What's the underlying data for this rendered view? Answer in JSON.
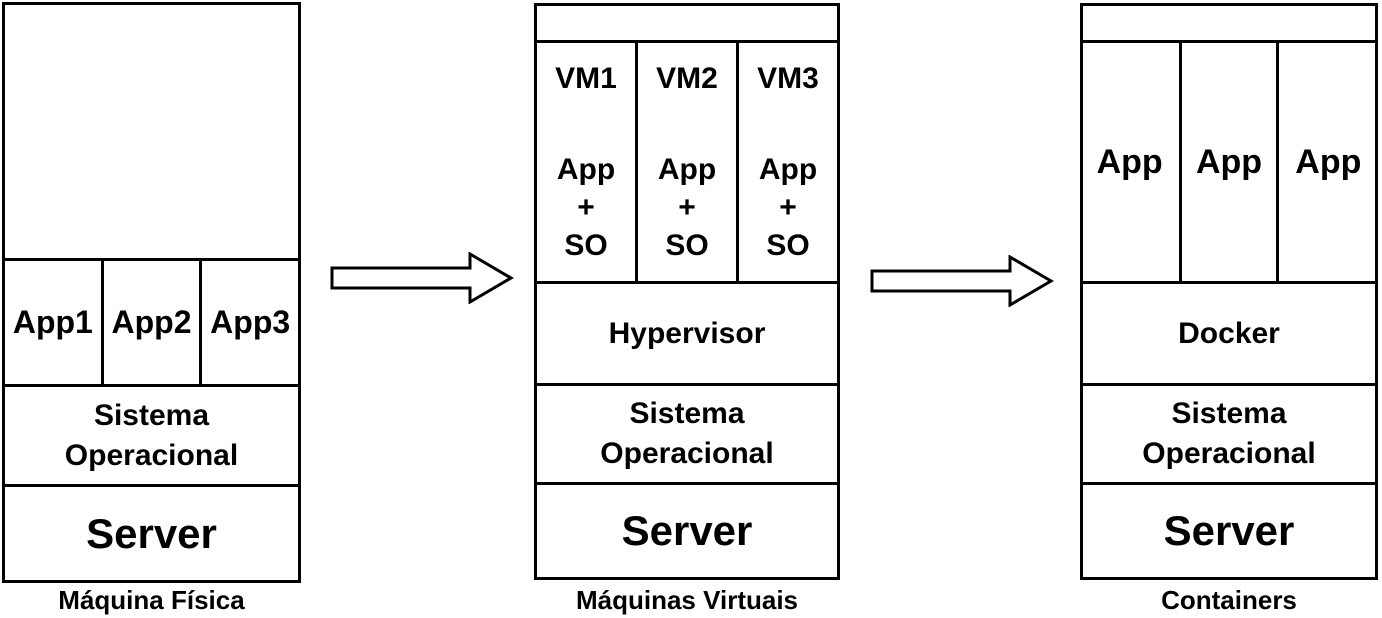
{
  "colors": {
    "ink": "#000000",
    "background": "#ffffff"
  },
  "physical": {
    "caption": "Máquina Física",
    "apps": [
      "App1",
      "App2",
      "App3"
    ],
    "os_lines": [
      "Sistema",
      "Operacional"
    ],
    "server": "Server"
  },
  "virtual": {
    "caption": "Máquinas Virtuais",
    "vms": [
      {
        "title": "VM1",
        "lines": [
          "App",
          "+",
          "SO"
        ]
      },
      {
        "title": "VM2",
        "lines": [
          "App",
          "+",
          "SO"
        ]
      },
      {
        "title": "VM3",
        "lines": [
          "App",
          "+",
          "SO"
        ]
      }
    ],
    "hypervisor": "Hypervisor",
    "os_lines": [
      "Sistema",
      "Operacional"
    ],
    "server": "Server"
  },
  "containers": {
    "caption": "Containers",
    "apps": [
      "App",
      "App",
      "App"
    ],
    "docker": "Docker",
    "os_lines": [
      "Sistema",
      "Operacional"
    ],
    "server": "Server"
  }
}
